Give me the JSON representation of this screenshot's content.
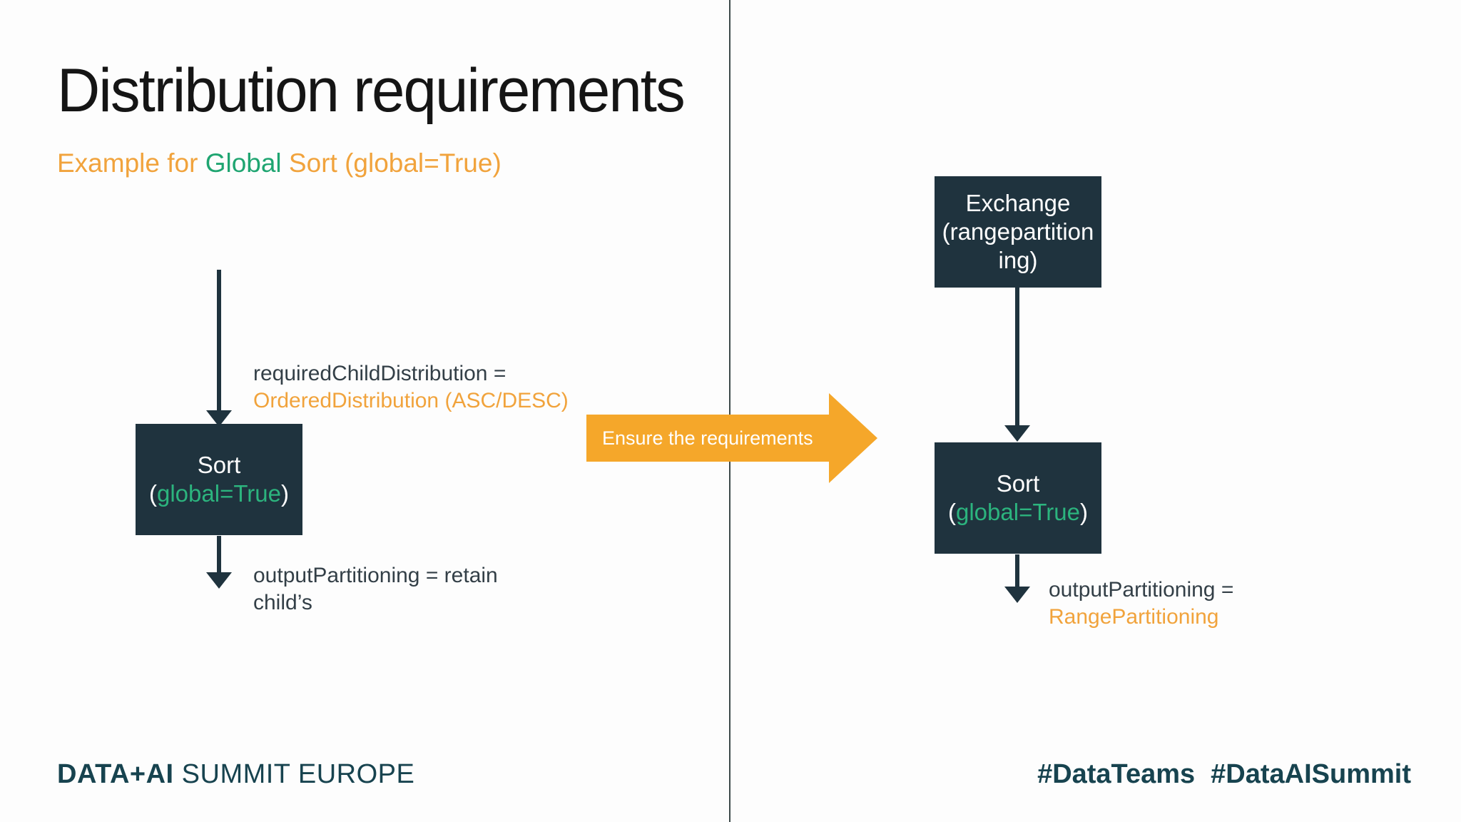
{
  "slide_title": "Distribution requirements",
  "subtitle": {
    "prefix": "Example for ",
    "highlight": "Global",
    "suffix": " Sort (global=True)"
  },
  "colors": {
    "accent_orange": "#F1A33C",
    "accent_green": "#1FA571",
    "node_dark": "#1F333E",
    "node_param_green": "#2CB47E",
    "ensure_arrow_orange": "#F5A72A",
    "footer_teal": "#17434F"
  },
  "sort_node": {
    "title": "Sort",
    "paren_open": "(",
    "param": "global=True",
    "paren_close": ")"
  },
  "exchange_node": {
    "line1": "Exchange",
    "line2": "(rangepartitioning)"
  },
  "left_flow": {
    "required_annotation": {
      "line1": "requiredChildDistribution =",
      "line2": "OrderedDistribution (ASC/DESC)"
    },
    "output_annotation": {
      "line1": "outputPartitioning = retain",
      "line2": "child’s"
    }
  },
  "right_flow": {
    "output_annotation": {
      "line1": "outputPartitioning =",
      "line2": "RangePartitioning"
    }
  },
  "ensure_arrow_label": "Ensure the requirements",
  "footer": {
    "brand_bold": "DATA+AI",
    "brand_regular": " SUMMIT EUROPE",
    "hashtag1": "#DataTeams",
    "hashtag2": "#DataAISummit"
  }
}
